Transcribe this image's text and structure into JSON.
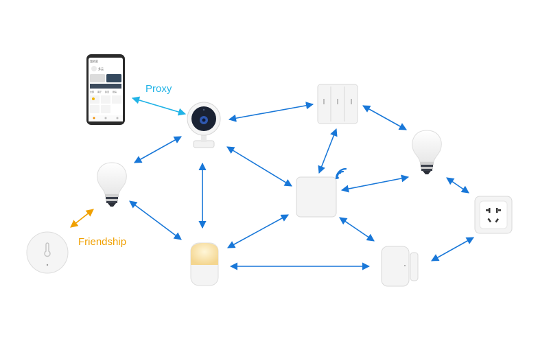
{
  "diagram": {
    "labels": {
      "proxy": "Proxy",
      "friendship": "Friendship"
    },
    "colors": {
      "mesh_link": "#1877d8",
      "proxy_link": "#21b3e6",
      "friendship_link": "#f0a000",
      "device_body": "#f3f3f3",
      "device_edge": "#d9d9d9"
    },
    "phone": {
      "header": "我的家",
      "weather": "多云",
      "tabs": [
        "全部",
        "客厅",
        "卧室",
        "厨房"
      ]
    },
    "devices": [
      {
        "id": "phone",
        "icon": "smartphone-icon"
      },
      {
        "id": "camera",
        "icon": "camera-icon"
      },
      {
        "id": "wall_switch",
        "icon": "switch-icon"
      },
      {
        "id": "bulb_right",
        "icon": "light-bulb-icon"
      },
      {
        "id": "bulb_left",
        "icon": "light-bulb-icon"
      },
      {
        "id": "gateway",
        "icon": "gateway-icon"
      },
      {
        "id": "socket",
        "icon": "socket-icon"
      },
      {
        "id": "sensor",
        "icon": "temperature-sensor-icon"
      },
      {
        "id": "night_light",
        "icon": "night-light-icon"
      },
      {
        "id": "door_sensor",
        "icon": "door-sensor-icon"
      }
    ]
  }
}
